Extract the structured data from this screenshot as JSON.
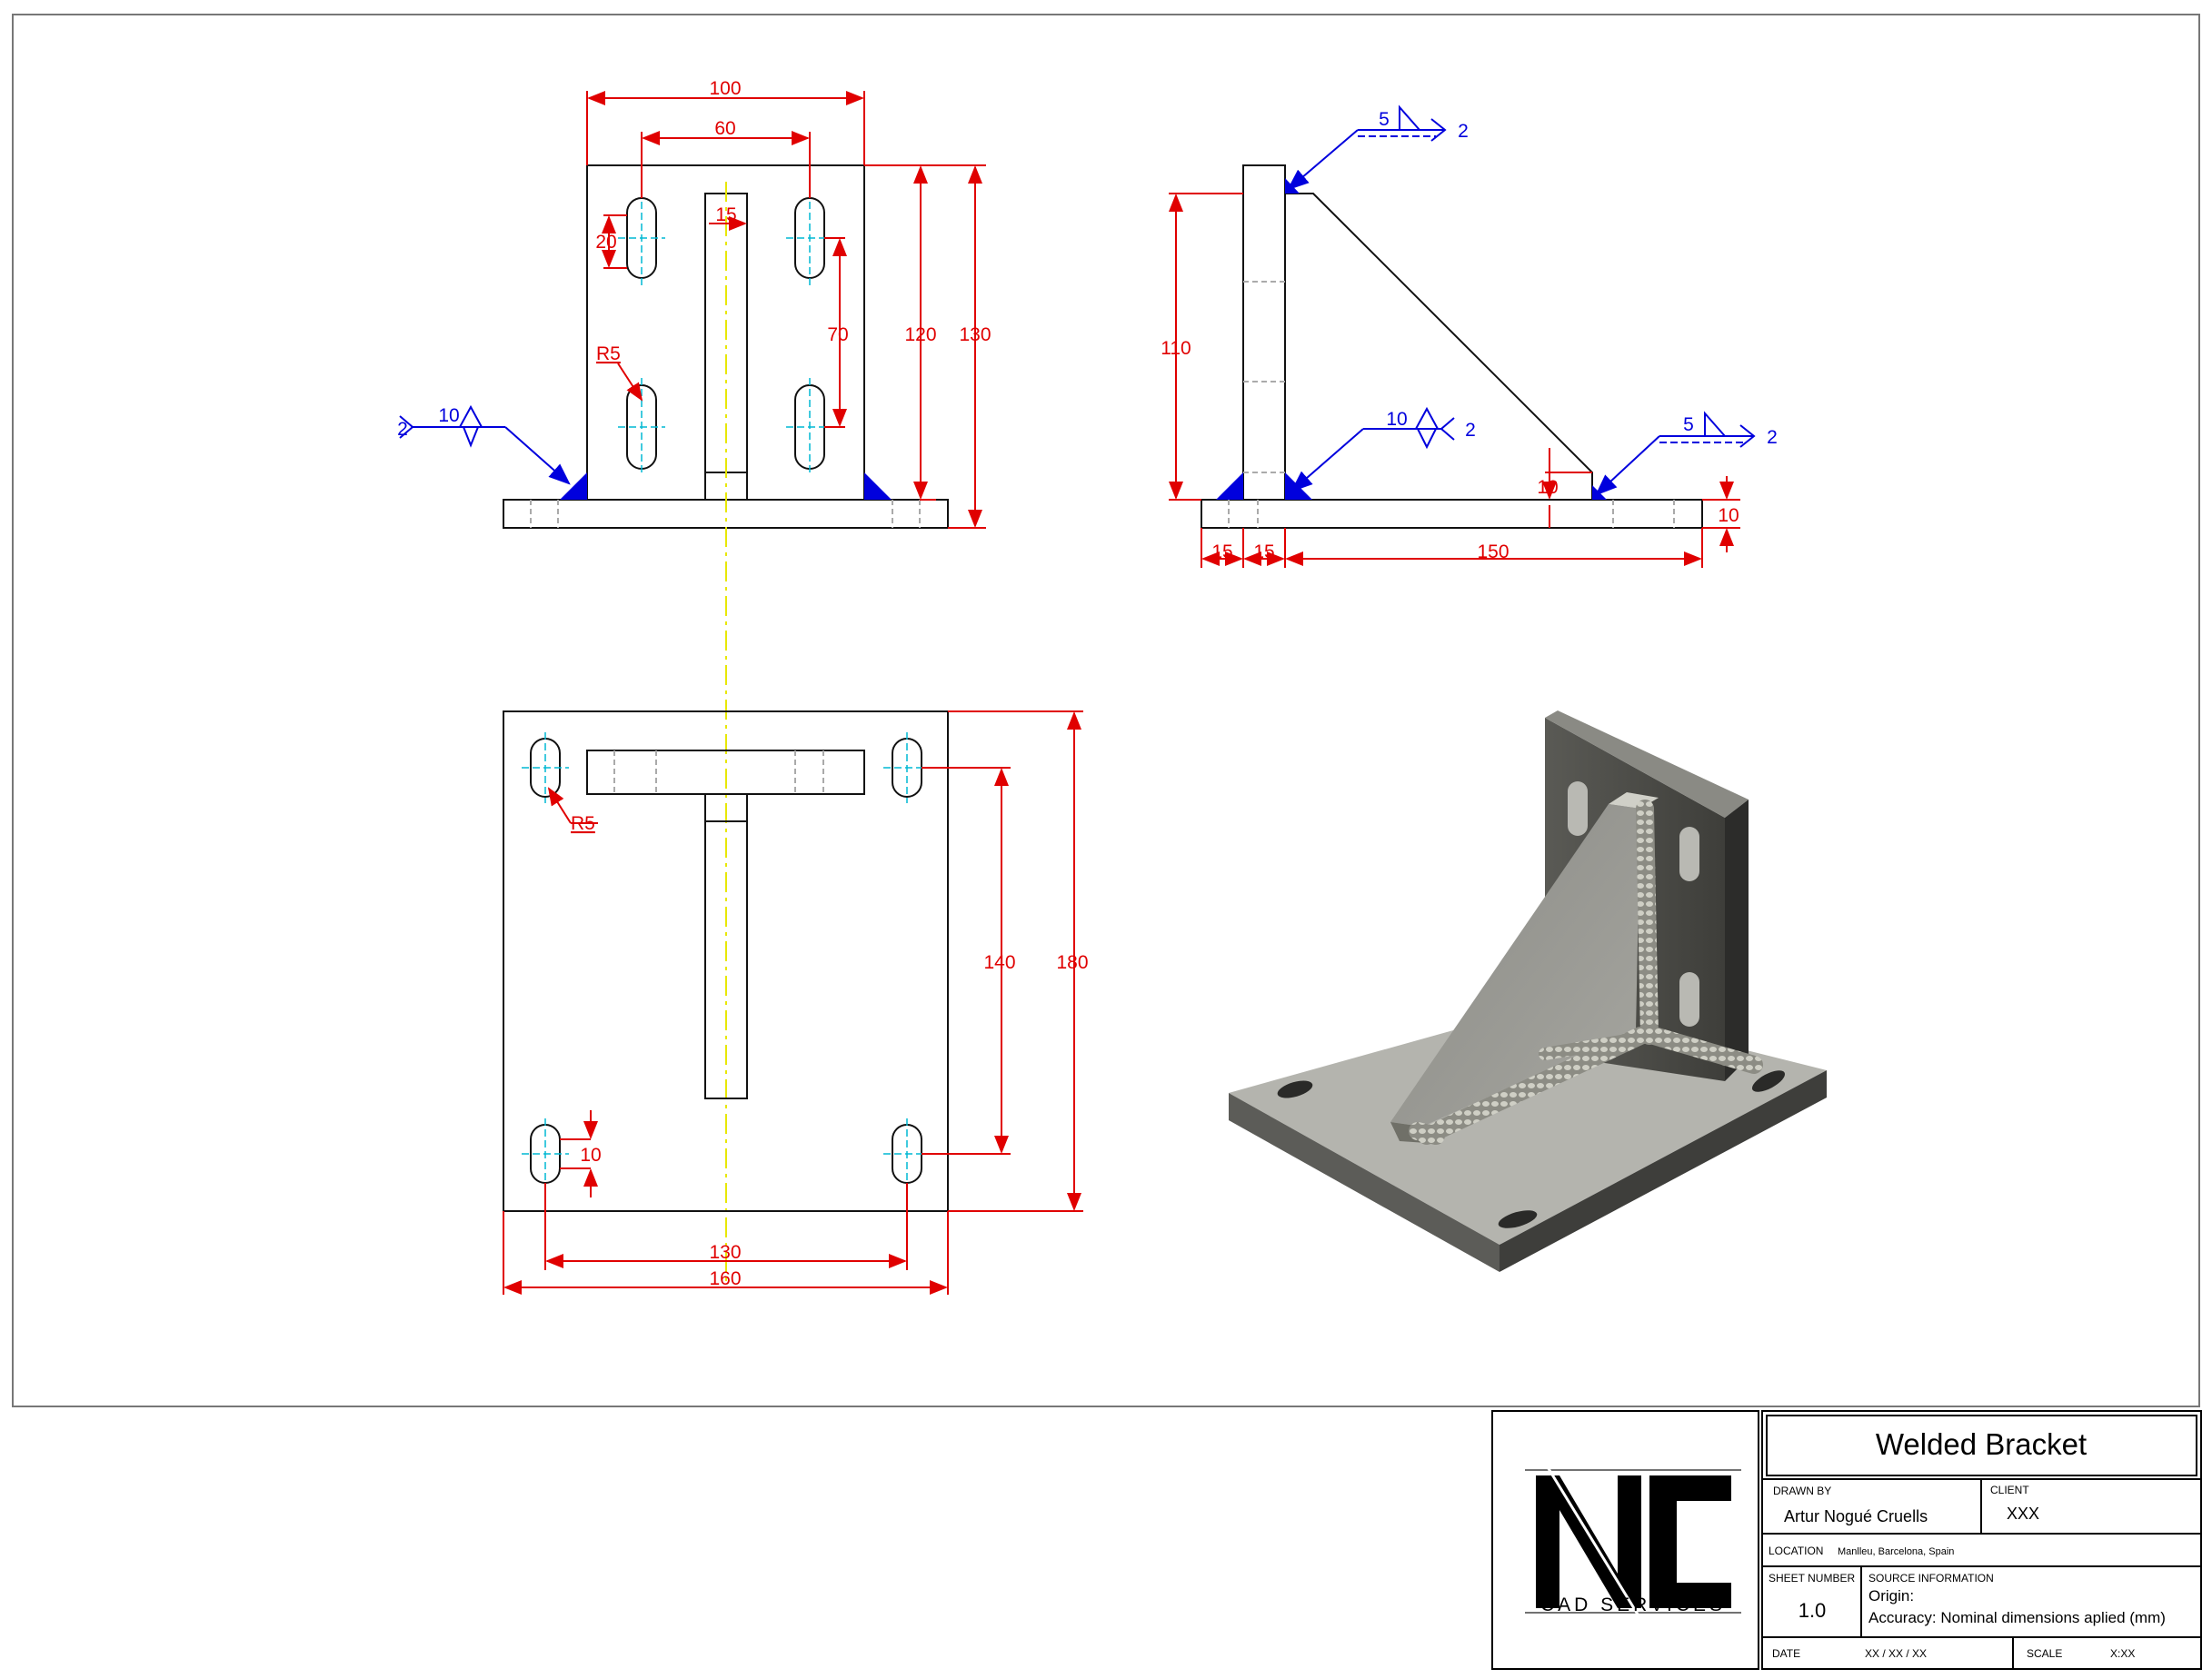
{
  "views": {
    "front": {
      "dim_width": "100",
      "dim_hole_spacing": "60",
      "dim_rib": "15",
      "dim_slot_len": "20",
      "dim_slot_radius": "R5",
      "dim_slot_pitch": "70",
      "dim_plate_height": "120",
      "dim_total_height": "130",
      "weld_size": "10",
      "weld_count": "2"
    },
    "side": {
      "dim_gusset_height": "110",
      "dim_base_thick": "10",
      "dim_toe": "10",
      "dim_a": "15",
      "dim_b": "15",
      "dim_c": "150",
      "weld_top_size": "5",
      "weld_top_count": "2",
      "weld_mid_size": "10",
      "weld_mid_count": "2",
      "weld_toe_size": "5",
      "weld_toe_count": "2"
    },
    "top": {
      "dim_slot_radius": "R5",
      "dim_slot_width": "10",
      "dim_hole_pitch_y": "140",
      "dim_plate_y": "180",
      "dim_hole_pitch_x": "130",
      "dim_plate_x": "160"
    }
  },
  "title_block": {
    "logo_letters": "NC",
    "logo_caption": "CAD SERVICES",
    "title": "Welded Bracket",
    "drawn_by_label": "DRAWN BY",
    "drawn_by": "Artur Nogué Cruells",
    "client_label": "CLIENT",
    "client": "XXX",
    "location_label": "LOCATION",
    "location": "Manlleu, Barcelona, Spain",
    "sheet_number_label": "SHEET NUMBER",
    "sheet_number": "1.0",
    "source_label": "SOURCE INFORMATION",
    "origin": "Origin:",
    "accuracy": "Accuracy: Nominal dimensions aplied (mm)",
    "date_label": "DATE",
    "date": "XX / XX / XX",
    "scale_label": "SCALE",
    "scale": "X:XX"
  },
  "colors": {
    "dimension": "#e00000",
    "weld": "#0000dd",
    "centerline": "#e8e800",
    "hidden": "#9a9a9a",
    "hole_axis": "#00b8d4"
  }
}
